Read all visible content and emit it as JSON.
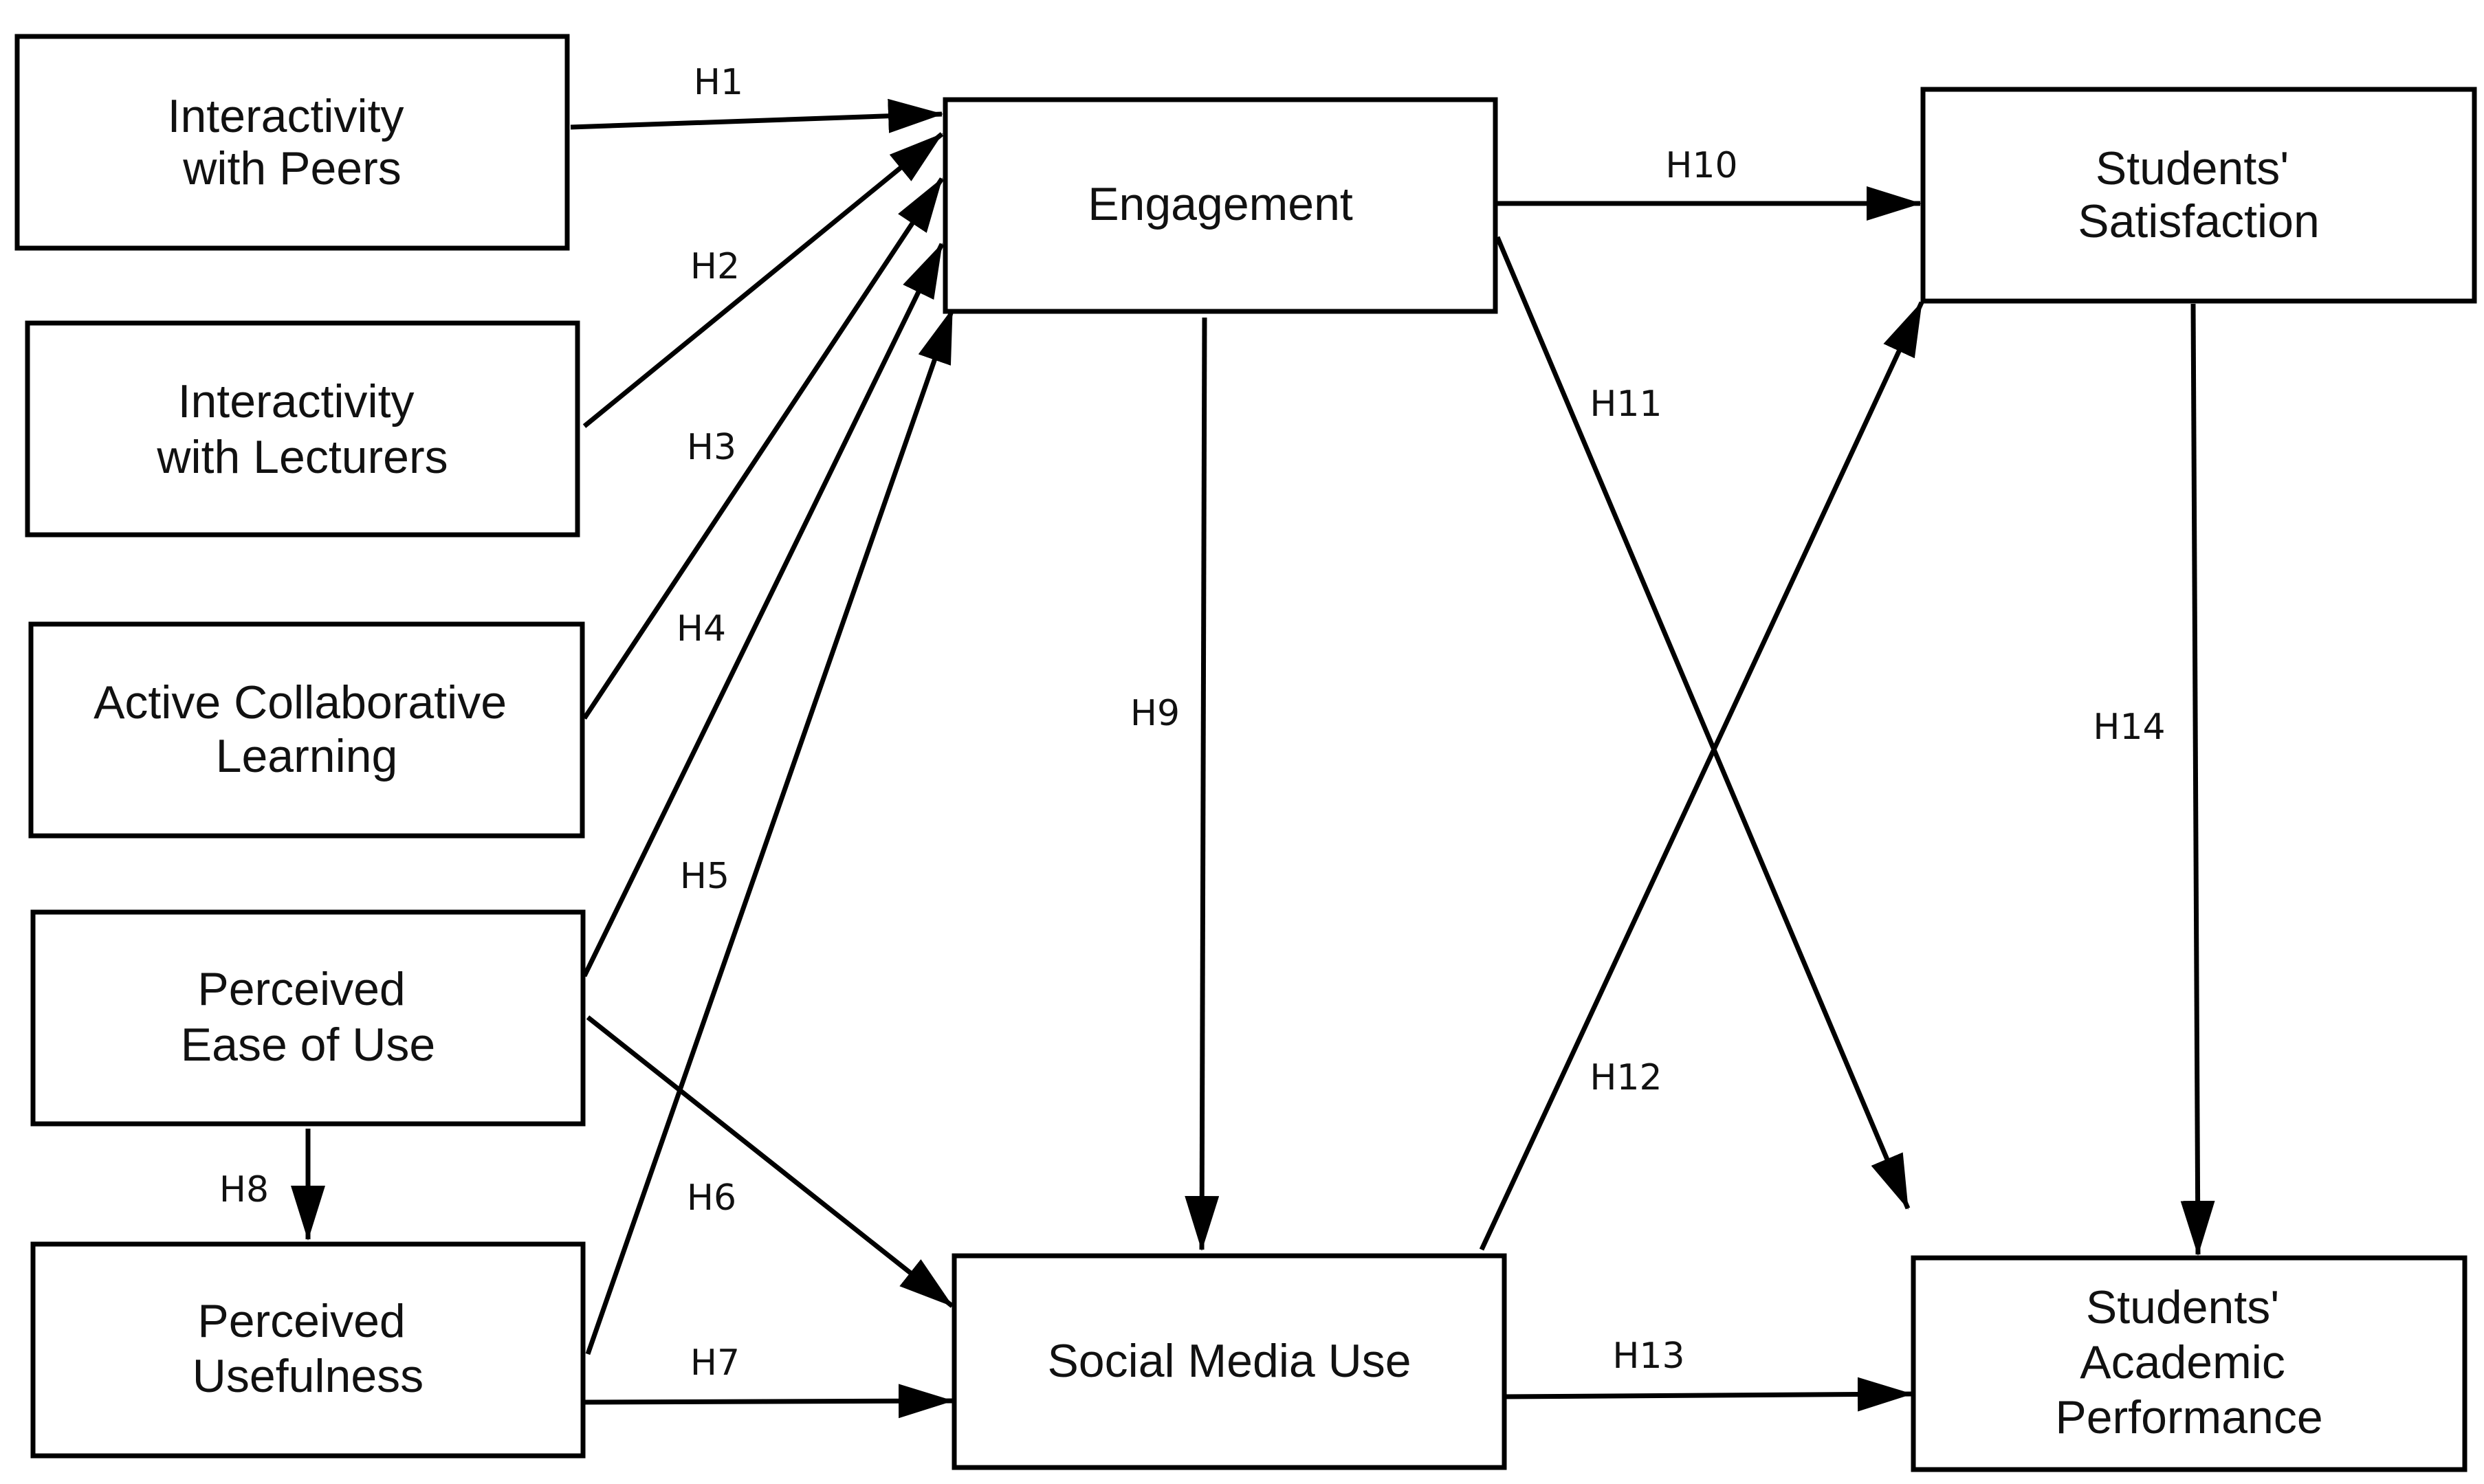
{
  "diagram": {
    "nodes": [
      {
        "id": "peers",
        "lines": [
          "Interactivity",
          "with Peers"
        ]
      },
      {
        "id": "lecturers",
        "lines": [
          "Interactivity",
          "with Lecturers"
        ]
      },
      {
        "id": "acl",
        "lines": [
          "Active Collaborative",
          "Learning"
        ]
      },
      {
        "id": "peou",
        "lines": [
          "Perceived",
          "Ease of Use"
        ]
      },
      {
        "id": "pu",
        "lines": [
          "Perceived",
          "Usefulness"
        ]
      },
      {
        "id": "engagement",
        "lines": [
          "Engagement"
        ]
      },
      {
        "id": "smu",
        "lines": [
          "Social Media Use"
        ]
      },
      {
        "id": "satisfaction",
        "lines": [
          "Students'",
          "Satisfaction"
        ]
      },
      {
        "id": "performance",
        "lines": [
          "Students'",
          "Academic",
          "Performance"
        ]
      }
    ],
    "edges": [
      {
        "id": "h1",
        "label": "H1",
        "from": "peers",
        "to": "engagement"
      },
      {
        "id": "h2",
        "label": "H2",
        "from": "lecturers",
        "to": "engagement"
      },
      {
        "id": "h3",
        "label": "H3",
        "from": "acl",
        "to": "engagement"
      },
      {
        "id": "h4",
        "label": "H4",
        "from": "peou",
        "to": "engagement"
      },
      {
        "id": "h5",
        "label": "H5",
        "from": "pu",
        "to": "engagement"
      },
      {
        "id": "h6",
        "label": "H6",
        "from": "peou",
        "to": "smu"
      },
      {
        "id": "h7",
        "label": "H7",
        "from": "pu",
        "to": "smu"
      },
      {
        "id": "h8",
        "label": "H8",
        "from": "peou",
        "to": "pu"
      },
      {
        "id": "h9",
        "label": "H9",
        "from": "engagement",
        "to": "smu"
      },
      {
        "id": "h10",
        "label": "H10",
        "from": "engagement",
        "to": "satisfaction"
      },
      {
        "id": "h11",
        "label": "H11",
        "from": "engagement",
        "to": "performance"
      },
      {
        "id": "h12",
        "label": "H12",
        "from": "smu",
        "to": "satisfaction"
      },
      {
        "id": "h13",
        "label": "H13",
        "from": "smu",
        "to": "performance"
      },
      {
        "id": "h14",
        "label": "H14",
        "from": "satisfaction",
        "to": "performance"
      }
    ]
  }
}
